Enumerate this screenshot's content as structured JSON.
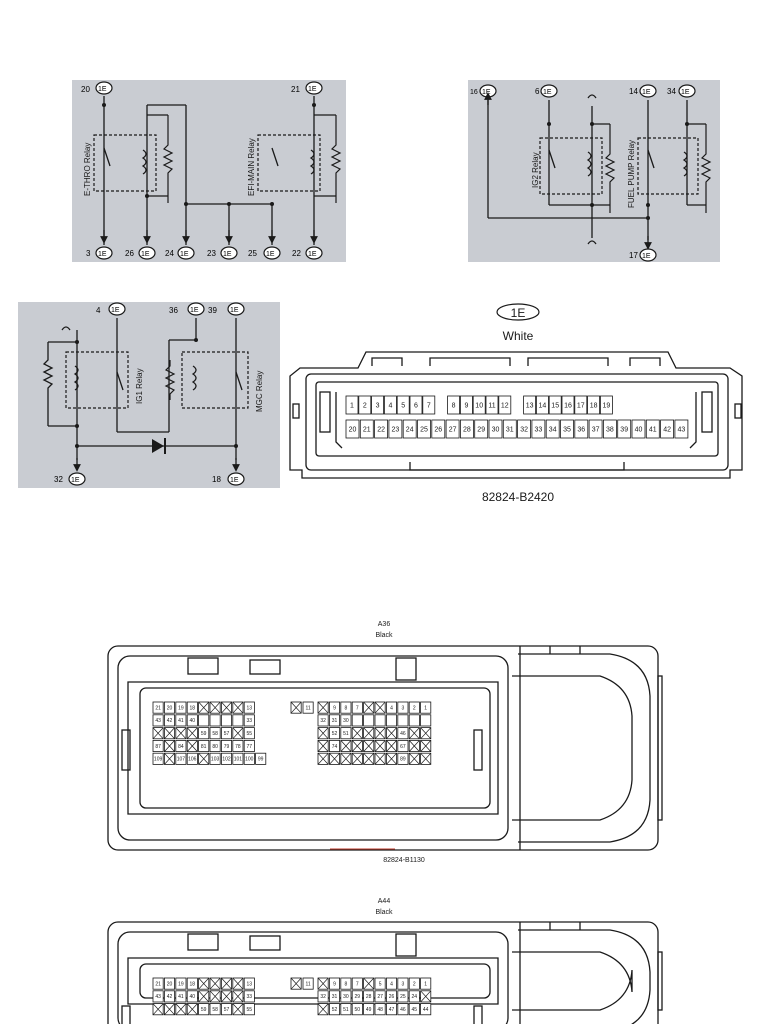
{
  "relay_panels": [
    {
      "relays": [
        "E-THRO Relay",
        "EFI-MAIN Relay"
      ],
      "terminals": [
        {
          "num": "20",
          "code": "1E"
        },
        {
          "num": "21",
          "code": "1E"
        },
        {
          "num": "3",
          "code": "1E"
        },
        {
          "num": "26",
          "code": "1E"
        },
        {
          "num": "24",
          "code": "1E"
        },
        {
          "num": "23",
          "code": "1E"
        },
        {
          "num": "25",
          "code": "1E"
        },
        {
          "num": "22",
          "code": "1E"
        }
      ]
    },
    {
      "relays": [
        "IG2 Relay",
        "FUEL PUMP Relay"
      ],
      "terminals": [
        {
          "num": "16",
          "code": "1E"
        },
        {
          "num": "6",
          "code": "1E"
        },
        {
          "num": "14",
          "code": "1E"
        },
        {
          "num": "34",
          "code": "1E"
        },
        {
          "num": "17",
          "code": "1E"
        }
      ]
    },
    {
      "relays": [
        "IG1 Relay",
        "MGC Relay"
      ],
      "terminals": [
        {
          "num": "4",
          "code": "1E"
        },
        {
          "num": "36",
          "code": "1E"
        },
        {
          "num": "39",
          "code": "1E"
        },
        {
          "num": "32",
          "code": "1E"
        },
        {
          "num": "18",
          "code": "1E"
        }
      ]
    }
  ],
  "connector_1e": {
    "code": "1E",
    "color": "White",
    "part_number": "82824-B2420",
    "row1": [
      "1",
      "2",
      "3",
      "4",
      "5",
      "6",
      "7",
      "",
      "8",
      "9",
      "10",
      "11",
      "12",
      "",
      "13",
      "14",
      "15",
      "16",
      "17",
      "18",
      "19"
    ],
    "row2": [
      "20",
      "21",
      "22",
      "23",
      "24",
      "25",
      "26",
      "27",
      "28",
      "29",
      "30",
      "31",
      "32",
      "33",
      "34",
      "35",
      "36",
      "37",
      "38",
      "39",
      "40",
      "41",
      "42",
      "43"
    ]
  },
  "connector_a36": {
    "code": "A36",
    "color": "Black",
    "part_number": "82824-B1130",
    "rows_left": [
      [
        "21",
        "20",
        "19",
        "18",
        "X",
        "X",
        "X",
        "X",
        "13"
      ],
      [
        "43",
        "42",
        "41",
        "40",
        "",
        "",
        "",
        "",
        "33"
      ],
      [
        "X",
        "X",
        "X",
        "X",
        "59",
        "58",
        "57",
        "X",
        "55"
      ],
      [
        "87",
        "X",
        "84",
        "X",
        "81",
        "80",
        "79",
        "78",
        "77"
      ],
      [
        "109",
        "X",
        "107",
        "106",
        "X",
        "103",
        "102",
        "101",
        "100",
        "99"
      ]
    ],
    "rows_right": [
      [
        "X",
        "9",
        "8",
        "7",
        "X",
        "X",
        "4",
        "3",
        "2",
        "1"
      ],
      [
        "32",
        "31",
        "30",
        "",
        "",
        "",
        "",
        "",
        "",
        ""
      ],
      [
        "X",
        "52",
        "51",
        "X",
        "X",
        "X",
        "X",
        "46",
        "X",
        "X"
      ],
      [
        "X",
        "74",
        "X",
        "X",
        "X",
        "X",
        "X",
        "67",
        "X",
        "X"
      ],
      [
        "X",
        "X",
        "X",
        "X",
        "X",
        "X",
        "X",
        "89",
        "X",
        "X"
      ]
    ],
    "mid_left": "X",
    "mid_pin": "11",
    "mid_right": "X"
  },
  "connector_a44": {
    "code": "A44",
    "color": "Black",
    "rows_left": [
      [
        "21",
        "20",
        "19",
        "18",
        "X",
        "X",
        "X",
        "X",
        "13"
      ],
      [
        "43",
        "42",
        "41",
        "40",
        "X",
        "X",
        "X",
        "X",
        "33"
      ],
      [
        "X",
        "X",
        "X",
        "X",
        "59",
        "58",
        "57",
        "X",
        "55"
      ]
    ],
    "rows_right": [
      [
        "X",
        "9",
        "8",
        "7",
        "X",
        "5",
        "4",
        "3",
        "2",
        "1"
      ],
      [
        "32",
        "31",
        "30",
        "29",
        "28",
        "27",
        "26",
        "25",
        "24",
        "X"
      ],
      [
        "X",
        "52",
        "51",
        "50",
        "49",
        "48",
        "47",
        "46",
        "45",
        "44"
      ]
    ],
    "mid_left": "X",
    "mid_pin": "11",
    "mid_right": "X"
  },
  "colors": {
    "panel_bg": "#c9ccd2",
    "line": "#1a1a1a",
    "accent_red": "#c0392b"
  }
}
